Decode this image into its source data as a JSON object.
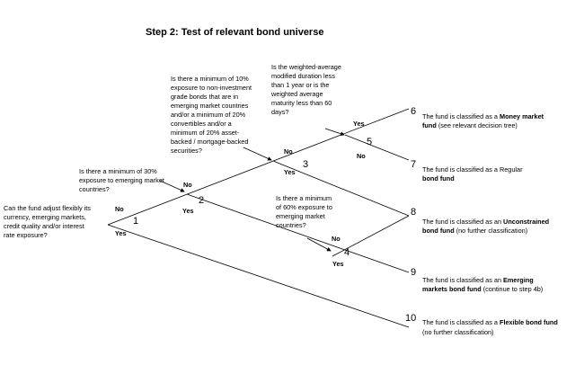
{
  "title": "Step 2: Test of relevant bond universe",
  "nodes": {
    "n1": {
      "number": "1",
      "question": [
        "Can the fund adjust flexibly its",
        "currency, emerging markets,",
        "credit quality and/or interest",
        "rate exposure?"
      ],
      "no_label": "No",
      "yes_label": "Yes"
    },
    "n2": {
      "number": "2",
      "question": [
        "Is there a minimum  of 30%",
        "exposure to emerging market",
        "countries?"
      ],
      "no_label": "No",
      "yes_label": "Yes"
    },
    "n3": {
      "number": "3",
      "question": [
        "Is there a minimum of 10%",
        "exposure to non-investment",
        "grade bonds that are in",
        "emerging market countries",
        "and/or a minimum of 20%",
        "convertibles and/or a",
        "minimum of 20%  asset-",
        "backed / mortgage-backed",
        "securities?"
      ],
      "no_label": "No",
      "yes_label": "Yes"
    },
    "n4": {
      "number": "4",
      "question": [
        "Is there a minimum",
        "of 60% exposure to",
        "emerging market",
        "countries?"
      ],
      "no_label": "No",
      "yes_label": "Yes"
    },
    "n5": {
      "number": "5",
      "question": [
        "Is the weighted-average",
        "modified duration less",
        "than 1 year or is the",
        "weighted average",
        "maturity less than 60",
        "days?"
      ],
      "no_label": "No",
      "yes_label": "Yes"
    }
  },
  "outcomes": {
    "o6": {
      "number": "6",
      "pre": "The fund is classified as a ",
      "bold": "Money market",
      "line2_bold": "fund",
      "line2_rest": " (see relevant decision tree)"
    },
    "o7": {
      "number": "7",
      "pre": "The fund is classified as a Regular",
      "bold": "",
      "line2_bold": "bond fund",
      "line2_rest": ""
    },
    "o8": {
      "number": "8",
      "pre": "The fund is classified as an ",
      "bold": "Unconstrained",
      "line2_bold": "bond fund",
      "line2_rest": " (no further classification)"
    },
    "o9": {
      "number": "9",
      "pre": "The fund is classified as an ",
      "bold": "Emerging",
      "line2_bold": "markets bond fund",
      "line2_rest": " (continue to step 4b)"
    },
    "o10": {
      "number": "10",
      "pre": "The fund is classified as a ",
      "bold": "Flexible bond fund",
      "line2_bold": "",
      "line2_rest": "(no further classification)"
    }
  }
}
